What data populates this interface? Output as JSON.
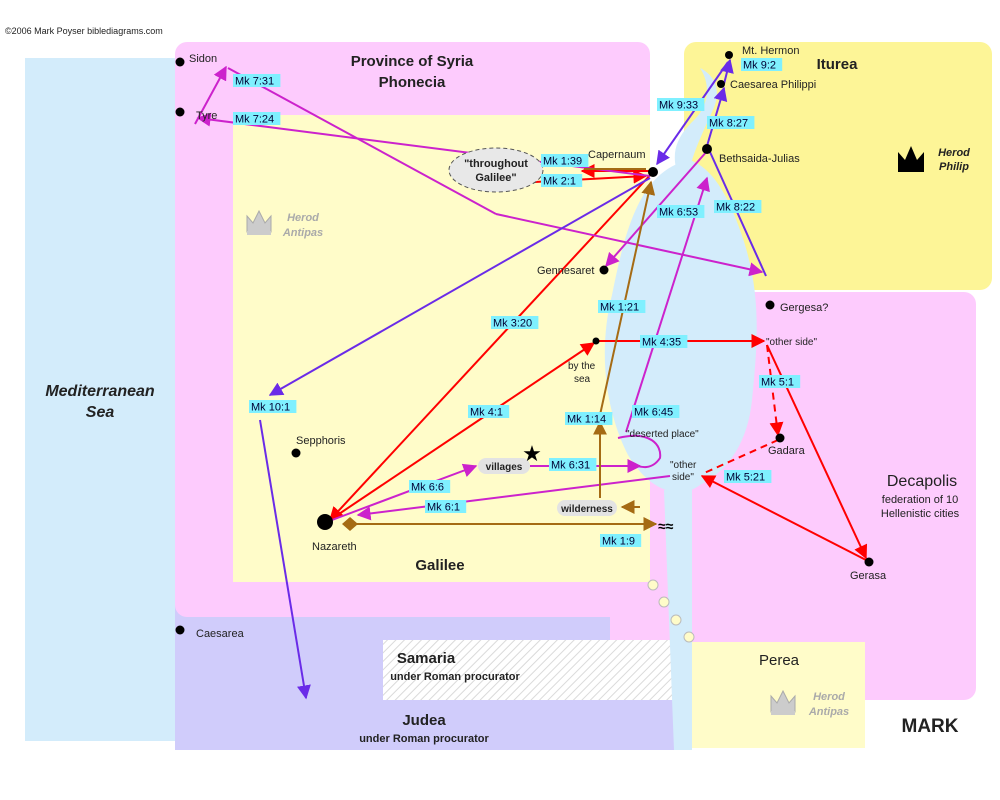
{
  "copyright": "©2006 Mark Poyser  biblediagrams.com",
  "corner_title": "MARK",
  "colors": {
    "sea": "#d3ecfb",
    "galilee": "#fffcc9",
    "syria": "#fdcbfd",
    "iturea": "#fdf597",
    "decapolis": "#fdcbfd",
    "judea": "#d0ccfb",
    "perea": "#fffcc9",
    "ref_label": "#7ff0ff",
    "route_red": "#ff0000",
    "route_purple": "#cc22cc",
    "route_blue": "#6a2be8",
    "route_brown": "#a56b14"
  },
  "regions": {
    "mediterranean": "Mediterranean Sea",
    "syria_line1": "Province of Syria",
    "syria_line2": "Phonecia",
    "iturea": "Iturea",
    "herod_philip": "Herod Philip",
    "herod_antipas_galilee": "Herod Antipas",
    "herod_antipas_perea": "Herod Antipas",
    "galilee": "Galilee",
    "decapolis": "Decapolis",
    "decapolis_sub1": "federation of 10",
    "decapolis_sub2": "Hellenistic cities",
    "samaria": "Samaria",
    "samaria_sub": "under Roman procurator",
    "judea": "Judea",
    "judea_sub": "under Roman procurator",
    "perea": "Perea"
  },
  "places": {
    "sidon": "Sidon",
    "tyre": "Tyre",
    "mt_hermon": "Mt. Hermon",
    "caesarea_philippi": "Caesarea Philippi",
    "capernaum": "Capernaum",
    "bethsaida": "Bethsaida-Julias",
    "gennesaret": "Gennesaret",
    "gergesa": "Gergesa?",
    "other_side_east": "\"other side\"",
    "by_the": "by the",
    "sea": "sea",
    "deserted_place": "\"deserted place\"",
    "gadara": "Gadara",
    "other_side_west_1": "\"other",
    "other_side_west_2": "side\"",
    "sepphoris": "Sepphoris",
    "nazareth": "Nazareth",
    "villages": "villages",
    "wilderness": "wilderness",
    "gerasa": "Gerasa",
    "caesarea": "Caesarea",
    "throughout_1": "\"throughout",
    "throughout_2": "Galilee\""
  },
  "refs": {
    "mk731": "Mk 7:31",
    "mk724": "Mk 7:24",
    "mk92": "Mk 9:2",
    "mk933": "Mk 9:33",
    "mk827": "Mk 8:27",
    "mk139": "Mk 1:39",
    "mk21": "Mk 2:1",
    "mk653": "Mk 6:53",
    "mk822": "Mk 8:22",
    "mk121": "Mk 1:21",
    "mk320": "Mk 3:20",
    "mk435": "Mk 4:35",
    "mk51": "Mk 5:1",
    "mk101": "Mk 10:1",
    "mk41": "Mk 4:1",
    "mk114": "Mk 1:14",
    "mk645": "Mk 6:45",
    "mk66": "Mk 6:6",
    "mk631": "Mk 6:31",
    "mk61": "Mk 6:1",
    "mk521": "Mk 5:21",
    "mk19": "Mk 1:9"
  }
}
